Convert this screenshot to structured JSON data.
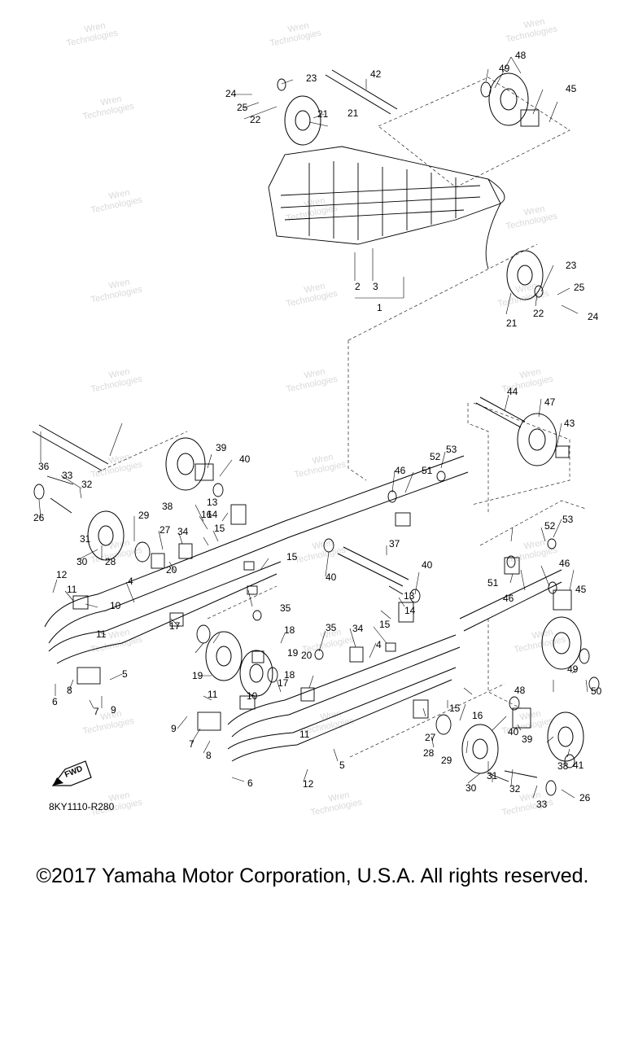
{
  "diagram": {
    "drawing_code": "8KY1110-R280",
    "fwd_label": "FWD",
    "watermark_lines": [
      "Wren",
      "Technologies"
    ],
    "callouts": [
      "1",
      "2",
      "3",
      "4",
      "4",
      "5",
      "5",
      "6",
      "6",
      "7",
      "7",
      "8",
      "8",
      "9",
      "9",
      "10",
      "10",
      "11",
      "11",
      "11",
      "11",
      "12",
      "12",
      "13",
      "13",
      "14",
      "14",
      "15",
      "15",
      "15",
      "15",
      "16",
      "16",
      "17",
      "17",
      "18",
      "18",
      "19",
      "19",
      "20",
      "20",
      "21",
      "21",
      "21",
      "22",
      "22",
      "23",
      "23",
      "24",
      "24",
      "25",
      "25",
      "26",
      "26",
      "27",
      "27",
      "28",
      "28",
      "29",
      "29",
      "30",
      "30",
      "31",
      "31",
      "32",
      "32",
      "33",
      "33",
      "34",
      "34",
      "35",
      "35",
      "36",
      "37",
      "38",
      "38",
      "39",
      "39",
      "40",
      "40",
      "40",
      "40",
      "41",
      "42",
      "43",
      "44",
      "45",
      "45",
      "46",
      "46",
      "46",
      "47",
      "48",
      "48",
      "49",
      "49",
      "50",
      "51",
      "51",
      "52",
      "52",
      "53",
      "53"
    ]
  },
  "footer": {
    "copyright": "©2017 Yamaha Motor Corporation, U.S.A. All rights reserved."
  }
}
